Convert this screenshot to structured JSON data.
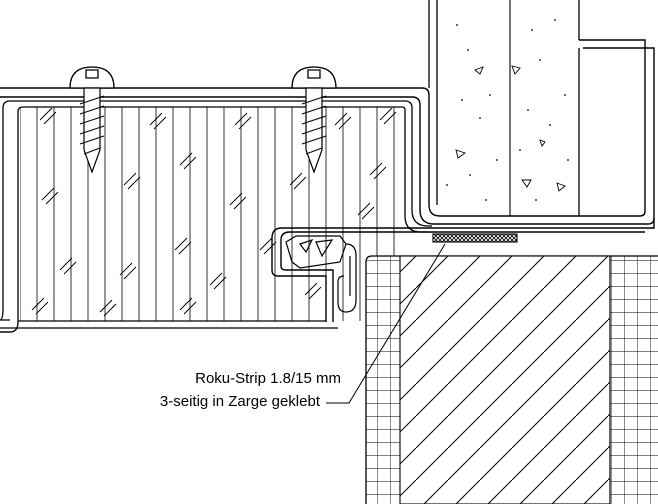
{
  "annotation": {
    "line1": "Roku-Strip 1.8/15 mm",
    "line2": "3-seitig in Zarge geklebt"
  },
  "colors": {
    "ink": "#000000",
    "background": "#ffffff"
  },
  "icons": [
    "screw-head-icon",
    "hatch-pattern",
    "grid-hatch-pattern",
    "concrete-speckle"
  ]
}
